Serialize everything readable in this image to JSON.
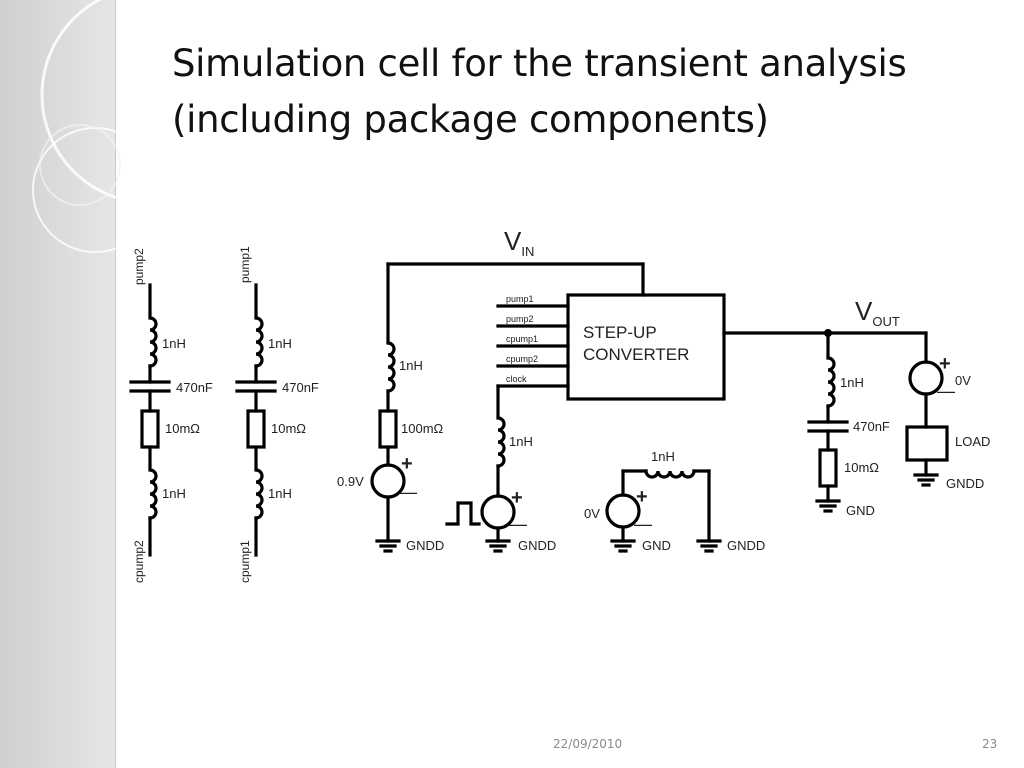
{
  "slide": {
    "title_line1": "Simulation cell for the transient analysis",
    "title_line2": "(including package components)",
    "date": "22/09/2010",
    "page_number": "23"
  },
  "schematic": {
    "pkg_left": {
      "top": "pump2",
      "bottom": "cpump2"
    },
    "pkg_right": {
      "top": "pump1",
      "bottom": "cpump1"
    },
    "pkg_l1": "1nH",
    "pkg_c": "470nF",
    "pkg_r": "10mΩ",
    "pkg_l2": "1nH",
    "vin_main": "V",
    "vin_sub": "IN",
    "vout_main": "V",
    "vout_sub": "OUT",
    "block_line1": "STEP-UP",
    "block_line2": "CONVERTER",
    "pins": [
      "pump1",
      "pump2",
      "cpump1",
      "cpump2",
      "clock"
    ],
    "vin_l": "1nH",
    "vin_r": "100mΩ",
    "vin_source": "0.9V",
    "clk_l": "1nH",
    "gndd": "GNDD",
    "gnd": "GND",
    "bias_source": "0V",
    "bias_l": "1nH",
    "out_l": "1nH",
    "out_c": "470nF",
    "out_r": "10mΩ",
    "load_source": "0V",
    "load": "LOAD",
    "plus": "+",
    "minus": "—"
  }
}
